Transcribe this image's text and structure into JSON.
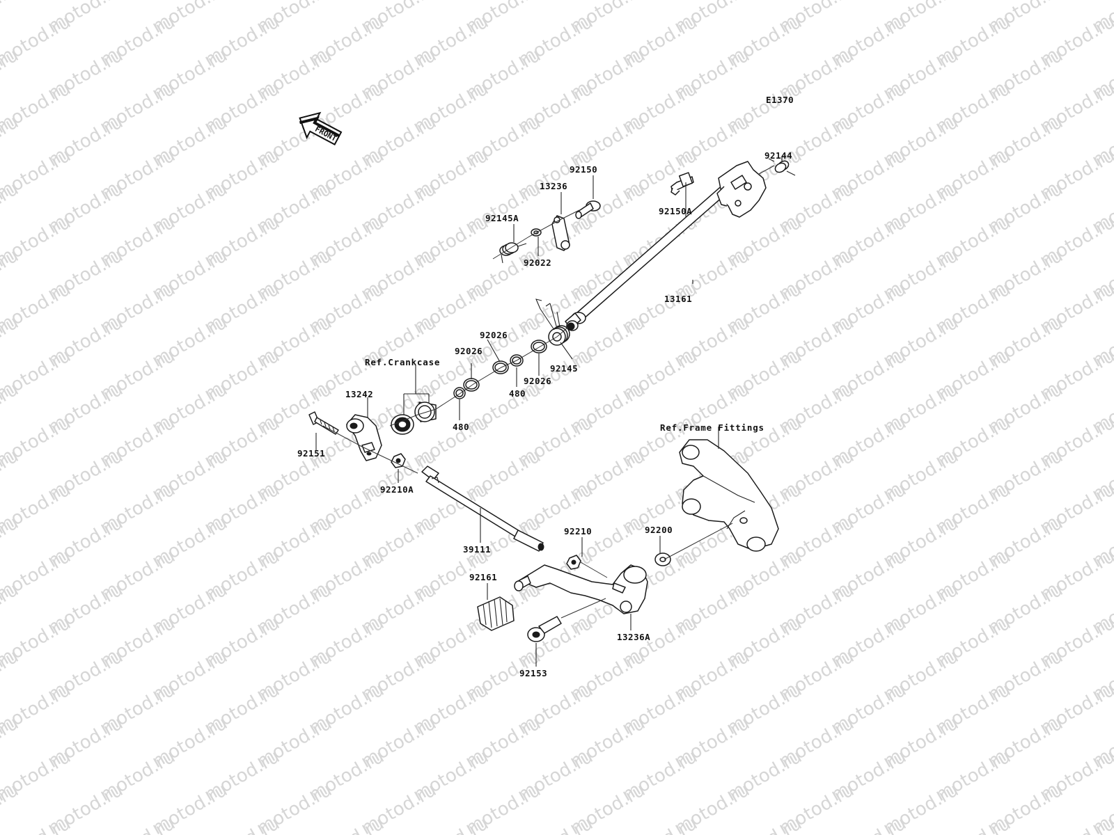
{
  "diagram_id": "E1370",
  "front_label": "FRONT",
  "watermark_text": "motod.ru",
  "callouts": {
    "p92150": "92150",
    "p13236": "13236",
    "p92145A": "92145A",
    "p92022": "92022",
    "p92144": "92144",
    "p92150A": "92150A",
    "p13161": "13161",
    "p92026_a": "92026",
    "p92026_b": "92026",
    "p92026_c": "92026",
    "p92145": "92145",
    "p480_a": "480",
    "p480_b": "480",
    "p13242": "13242",
    "p92151": "92151",
    "p92210A": "92210A",
    "p39111": "39111",
    "p92210": "92210",
    "p92200": "92200",
    "p92161": "92161",
    "p13236A": "13236A",
    "p92153": "92153"
  },
  "references": {
    "crankcase": "Ref.Crankcase",
    "frame_fittings": "Ref.Frame Fittings"
  }
}
